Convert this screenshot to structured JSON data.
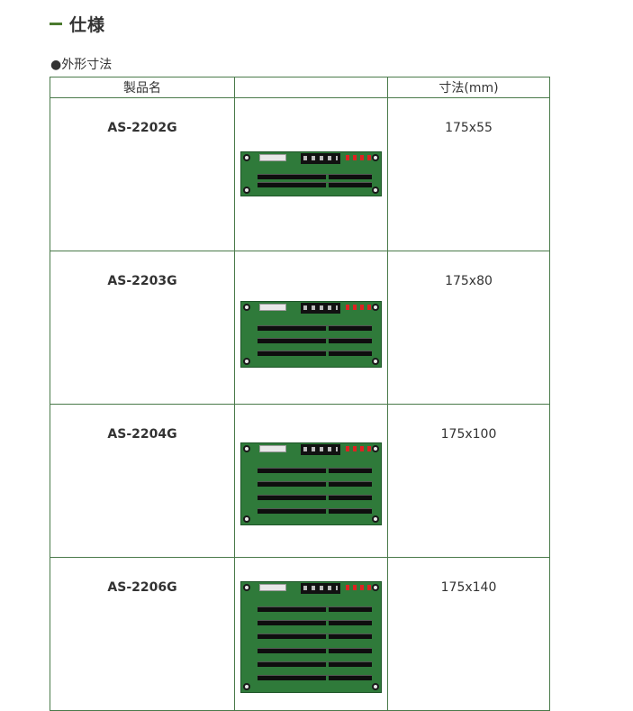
{
  "section": {
    "title": "仕様"
  },
  "subsection": {
    "title": "●外形寸法"
  },
  "table": {
    "headers": [
      "製品名",
      "",
      "寸法(mm)"
    ],
    "rows": [
      {
        "name": "AS-2202G",
        "size": "175x55",
        "slots": 2
      },
      {
        "name": "AS-2203G",
        "size": "175x80",
        "slots": 3
      },
      {
        "name": "AS-2204G",
        "size": "175x100",
        "slots": 4
      },
      {
        "name": "AS-2206G",
        "size": "175x140",
        "slots": 6
      }
    ]
  },
  "colors": {
    "accent": "#4a7a2e",
    "table_border": "#4a7a4a",
    "board_green": "#2f7a3a"
  }
}
